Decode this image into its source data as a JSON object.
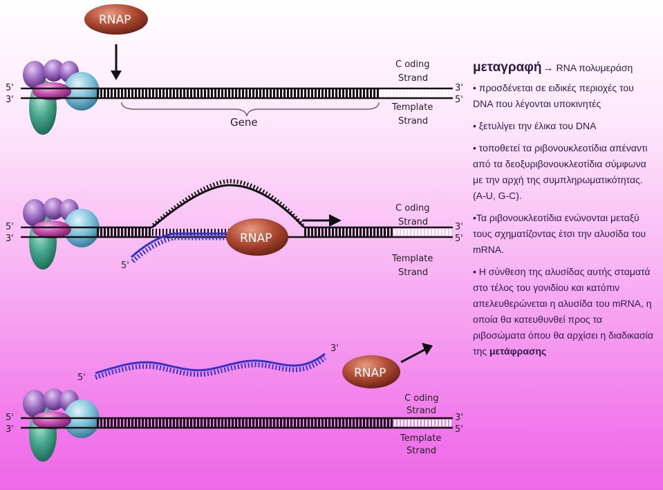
{
  "diagram": {
    "rnap_label": "RNAP",
    "gene_label": "Gene",
    "coding_strand_line1": "C oding",
    "coding_strand_line2": "Strand",
    "template_strand_line1": "Template",
    "template_strand_line2": "Strand",
    "five_prime": "5'",
    "three_prime": "3'"
  },
  "text": {
    "title": "μεταγραφή",
    "arrow": "→",
    "title_rest": "RNA πολυμεράση",
    "bullet1": "• προσδένεται σε ειδικές περιοχές του DNA που λέγονται υποκινητές",
    "bullet2": "• ξετυλίγει την έλικα του DNA",
    "bullet3": "• τοποθετεί τα ριβονουκλεοτίδια απέναντι από τα δεοξυριβονουκλεοτίδια σύμφωνα με την αρχή της συμπληρωματικότητας. (A-U, G-C).",
    "bullet4": "•Τα ριβονουκλεοτίδια ενώνονται μεταξύ τους σχηματίζοντας έτσι την αλυσίδα του mRNA.",
    "bullet5": "• Η σύνθεση της αλυσίδας αυτής σταματά στο τέλος του γονιδίου και κατόπιν απελευθερώνεται η αλυσίδα του mRNA, η οποία θα κατευθυνθεί προς τα ριβοσώματα όπου θα αρχίσει η διαδικασία της",
    "bullet5_bold": "μετάφρασης"
  },
  "colors": {
    "rna": "#3333cc",
    "rnap": "#9a3a28",
    "dna": "#111111"
  }
}
